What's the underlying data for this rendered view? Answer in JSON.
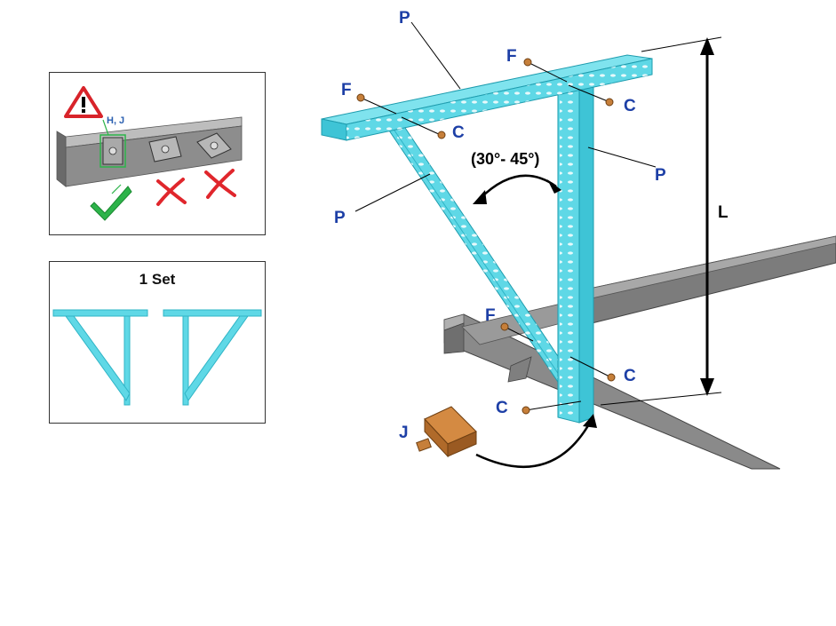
{
  "warning_panel": {
    "hardware_label": "H, J",
    "icons": [
      "warning-triangle-icon",
      "checkmark-icon",
      "cross-icon",
      "cross-icon"
    ]
  },
  "set_panel": {
    "title": "1 Set"
  },
  "labels": {
    "p_top": "P",
    "p_right": "P",
    "p_left": "P",
    "f_top": "F",
    "f_left": "F",
    "f_bottom": "F",
    "c_top_right": "C",
    "c_left": "C",
    "c_bottom_right": "C",
    "c_bottom_left": "C",
    "j": "J",
    "l": "L",
    "angle": "(30°- 45°)"
  },
  "colors": {
    "strut": "#5fd8e6",
    "strut_dark": "#2fb4c6",
    "rail": "#8a8a8a",
    "hardware": "#c67f3a",
    "label": "#1d3fa6",
    "check": "#2db34a",
    "cross": "#e0262c",
    "warning": "#d8232a"
  }
}
